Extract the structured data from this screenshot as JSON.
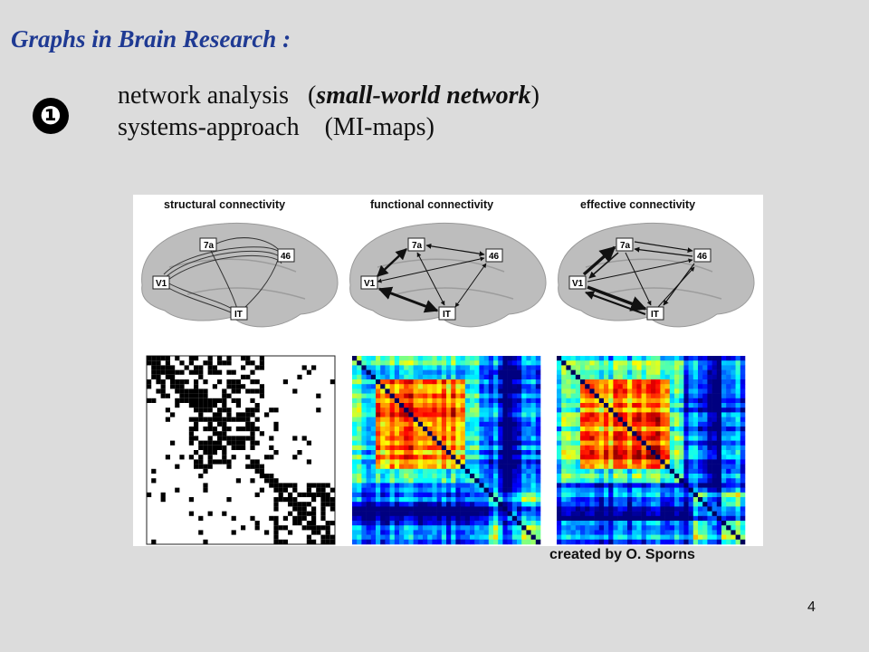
{
  "slide": {
    "title": "Graphs in Brain Research :",
    "bullet_symbol": "❶",
    "line1": {
      "text": "network analysis   (",
      "emphasis": "small-world network",
      "close": ")"
    },
    "line2": "systems-approach    (MI-maps)",
    "credit": "created  by  O. Sporns",
    "page_number": "4"
  },
  "figure": {
    "panels": [
      {
        "title": "structural connectivity"
      },
      {
        "title": "functional connectivity"
      },
      {
        "title": "effective connectivity"
      }
    ],
    "node_labels": {
      "v1": "V1",
      "a7": "7a",
      "n46": "46",
      "it": "IT"
    }
  }
}
